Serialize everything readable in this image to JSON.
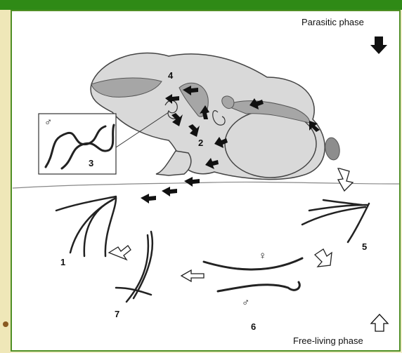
{
  "phases": {
    "parasitic": "Parasitic phase",
    "free_living": "Free-living phase"
  },
  "stage_numbers": {
    "s1": "1",
    "s2": "2",
    "s3": "3",
    "s4": "4",
    "s5": "5",
    "s6": "6",
    "s7": "7"
  },
  "symbols": {
    "male": "♂",
    "female": "♀"
  },
  "colors": {
    "frame_border": "#4f8f25",
    "top_bar": "#2f8a16",
    "frog_fill": "#d9d9d9",
    "organ_fill": "#a6a6a6"
  }
}
